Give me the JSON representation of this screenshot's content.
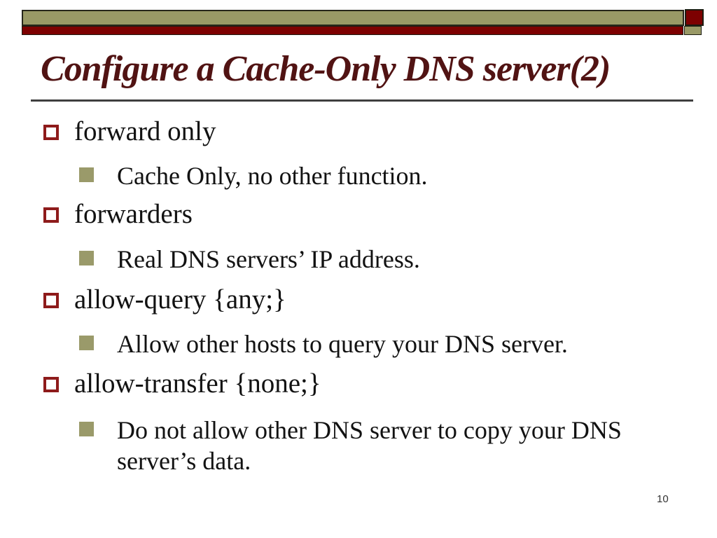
{
  "slide": {
    "title": "Configure a Cache-Only DNS server(2)",
    "page_number": "10"
  },
  "content": {
    "items": [
      {
        "label": "forward only",
        "subs": [
          "Cache Only, no other function."
        ]
      },
      {
        "label": "forwarders",
        "subs": [
          "Real DNS servers’ IP address."
        ]
      },
      {
        "label": "allow-query {any;}",
        "subs": [
          "Allow other hosts to query your DNS server."
        ]
      },
      {
        "label": "allow-transfer {none;}",
        "subs": [
          "Do not allow other DNS server to copy your DNS server’s data."
        ]
      }
    ]
  },
  "theme": {
    "olive": "#999966",
    "dark_red": "#7d0101",
    "title_maroon": "#511313",
    "bullet_outline_red": "#8e1b1b",
    "sub_bullet_olive": "#9a9a6a",
    "divider_gray": "#3f3f3f",
    "body_text": "#121212"
  }
}
